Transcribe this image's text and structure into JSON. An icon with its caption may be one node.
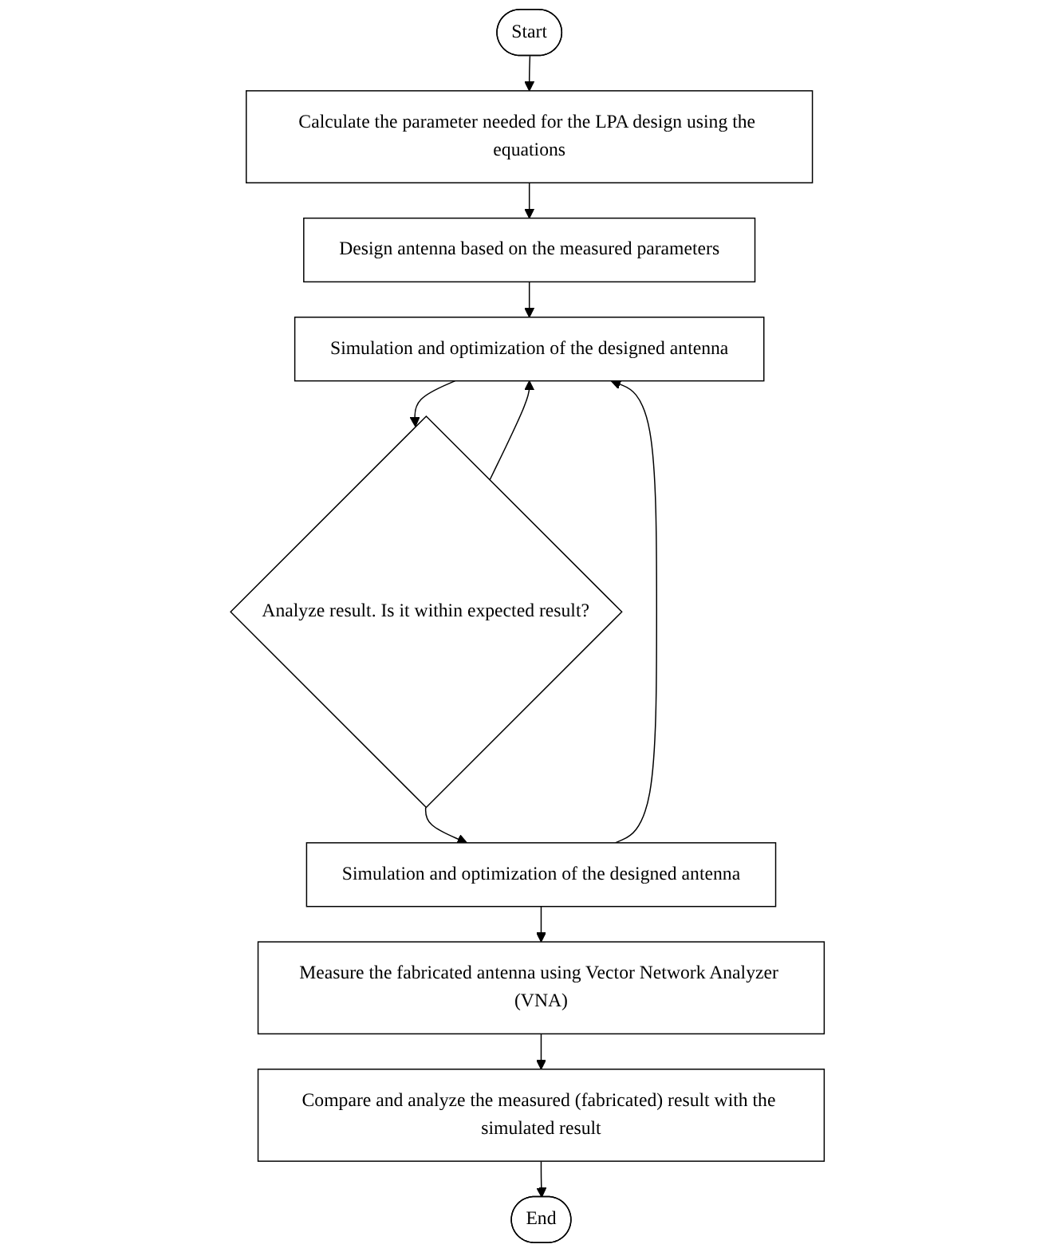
{
  "diagram": {
    "nodes": [
      {
        "text": [
          "Start"
        ]
      },
      {
        "text": [
          "Calculate the parameter needed for the LPA design using the equations"
        ]
      },
      {
        "text": [
          "Design antenna based on the measured parameters"
        ]
      },
      {
        "text": [
          "Simulation and optimization of the designed antenna"
        ]
      },
      {
        "text": [
          "Analyze result. Is it within expected result?"
        ]
      },
      {
        "text": [
          "Simulation and optimization of the designed antenna"
        ]
      },
      {
        "text": [
          "Measure the fabricated antenna using Vector Network Analyzer (VNA)"
        ]
      },
      {
        "text": [
          "Compare and analyze the measured (fabricated) result with the simulated result"
        ]
      },
      {
        "text": [
          "End"
        ]
      }
    ],
    "edges": [
      {
        "from": 0,
        "to": 1,
        "arrow": "to"
      },
      {
        "from": 1,
        "to": 2,
        "arrow": "to"
      },
      {
        "from": 2,
        "to": 3,
        "arrow": "to"
      },
      {
        "from": 3,
        "to": 4,
        "arrow": "to"
      },
      {
        "from": 4,
        "to": 3,
        "arrow": "to"
      },
      {
        "from": 4,
        "to": 5,
        "arrow": "to"
      },
      {
        "from": 5,
        "to": 3,
        "arrow": "to"
      },
      {
        "from": 5,
        "to": 6,
        "arrow": "to"
      },
      {
        "from": 6,
        "to": 7,
        "arrow": "to"
      },
      {
        "from": 7,
        "to": 8,
        "arrow": "to"
      }
    ]
  }
}
